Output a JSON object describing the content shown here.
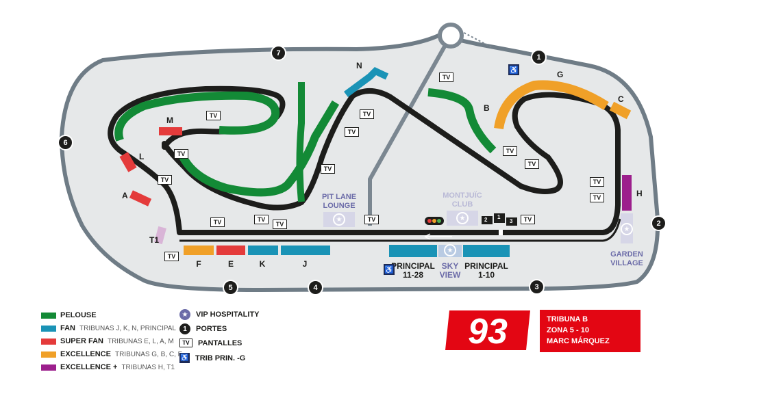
{
  "colors": {
    "pelouse": "#138a36",
    "fan": "#1a93b6",
    "super_fan": "#e43b3b",
    "excellence": "#f0a028",
    "excellence_plus": "#9c1f8c",
    "track": "#1d1d1b",
    "service_road": "#7b8791",
    "circuit_area": "#e6e8e9",
    "hospitality": "#6b6ba8",
    "highlight": "#e30613"
  },
  "gates": [
    "1",
    "2",
    "3",
    "4",
    "5",
    "6",
    "7"
  ],
  "stands": {
    "G": "G",
    "C": "C",
    "B": "B",
    "H": "H",
    "N": "N",
    "M": "M",
    "L": "L",
    "A": "A",
    "T1": "T1",
    "F": "F",
    "E": "E",
    "K": "K",
    "J": "J"
  },
  "main_stands": {
    "principal_left": "PRINCIPAL\n11-28",
    "sky_view": "SKY\nVIEW",
    "principal_right": "PRINCIPAL\n1-10"
  },
  "hospitality_areas": {
    "pit_lane_lounge": "PIT LANE\nLOUNGE",
    "montjuic_club": "MONTJUÏC\nCLUB",
    "garden_village": "GARDEN\nVILLAGE"
  },
  "tv_label": "TV",
  "grid_positions": [
    "2",
    "1",
    "3"
  ],
  "legend": [
    {
      "title": "PELOUSE",
      "sub": "",
      "color_key": "pelouse"
    },
    {
      "title": "FAN",
      "sub": "TRIBUNAS J, K, N, PRINCIPAL",
      "color_key": "fan"
    },
    {
      "title": "SUPER FAN",
      "sub": "TRIBUNAS E, L, A, M",
      "color_key": "super_fan"
    },
    {
      "title": "EXCELLENCE",
      "sub": "TRIBUNAS G, B, C, F",
      "color_key": "excellence"
    },
    {
      "title": "EXCELLENCE +",
      "sub": "TRIBUNAS H, T1",
      "color_key": "excellence_plus"
    }
  ],
  "key": {
    "vip": "VIP HOSPITALITY",
    "gates": "PORTES",
    "screens": "PANTALLES",
    "access": "TRIB PRIN. -G",
    "gate_symbol": "1",
    "tv_symbol": "TV"
  },
  "rider_number": "93",
  "ticket": {
    "line1": "TRIBUNA B",
    "line2": "ZONA 5 - 10",
    "line3": "MARC MÁRQUEZ"
  }
}
